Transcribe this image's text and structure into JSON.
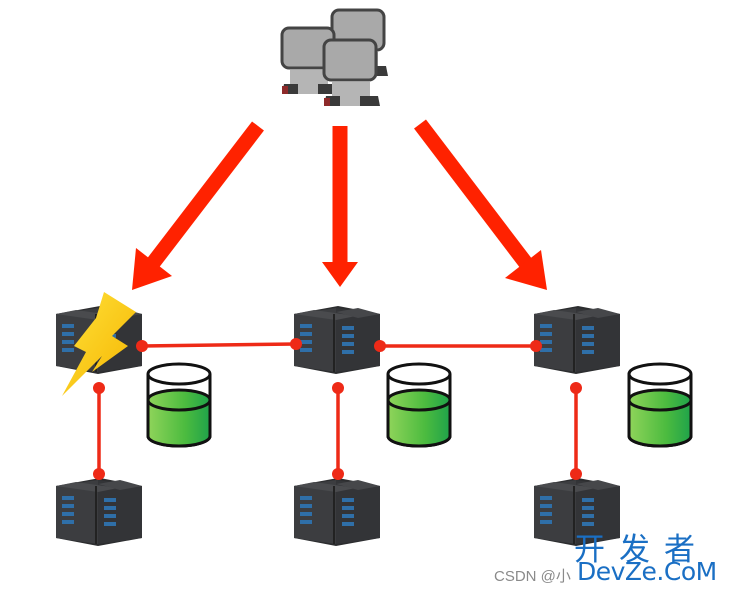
{
  "diagram": {
    "title": "",
    "colors": {
      "arrow": "#ff2200",
      "link": "#ee2a17",
      "server_body": "#3a3b3d",
      "server_light": "#2f6fa8",
      "db_fill": "#4cbb3f",
      "lightning": "#ffd21f"
    },
    "client": {
      "name": "client-computers",
      "icon": "computers-icon"
    },
    "nodes": [
      {
        "id": "node-1",
        "status": "failed",
        "icon": "server-icon",
        "has_lightning": true,
        "database": "database-1",
        "child": "slave-1"
      },
      {
        "id": "node-2",
        "status": "ok",
        "icon": "server-icon",
        "has_lightning": false,
        "database": "database-2",
        "child": "slave-2"
      },
      {
        "id": "node-3",
        "status": "ok",
        "icon": "server-icon",
        "has_lightning": false,
        "database": "database-3",
        "child": "slave-3"
      }
    ],
    "links": [
      {
        "from": "node-1",
        "to": "node-2"
      },
      {
        "from": "node-2",
        "to": "node-3"
      },
      {
        "from": "node-1",
        "to": "slave-1"
      },
      {
        "from": "node-2",
        "to": "slave-2"
      },
      {
        "from": "node-3",
        "to": "slave-3"
      }
    ]
  },
  "watermark": {
    "cn": "开发者",
    "en": "DevZe.CoM",
    "csdn": "CSDN @小"
  }
}
